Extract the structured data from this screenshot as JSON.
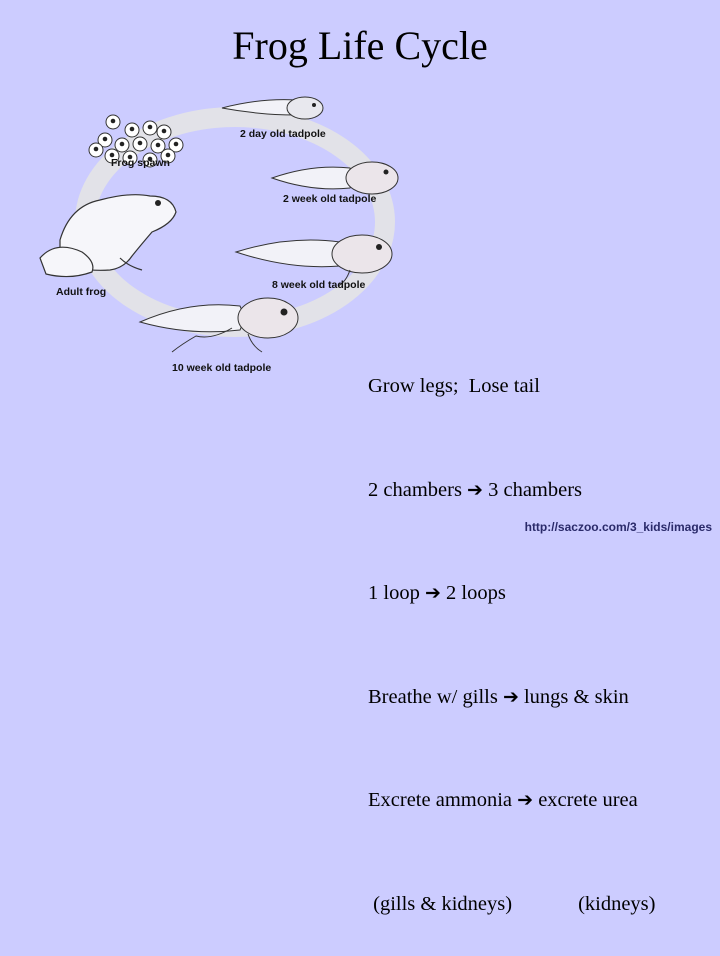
{
  "title": "Frog Life Cycle",
  "stages": {
    "frog_spawn": "Frog spawn",
    "day2": "2 day old tadpole",
    "week2": "2 week old tadpole",
    "week8": "8 week old tadpole",
    "week10": "10 week old tadpole",
    "adult": "Adult frog"
  },
  "notes": {
    "l1": "Grow legs;  Lose tail",
    "l2a": "2 chambers ",
    "l2b": " 3 chambers",
    "l3a": "1 loop ",
    "l3b": " 2 loops",
    "l4a": "Breathe w/ gills ",
    "l4b": " lungs & skin",
    "l5a": "Excrete ammonia ",
    "l5b": " excrete urea",
    "l6a": " (gills & kidneys)",
    "l6b": "(kidneys)"
  },
  "credit": "http://saczoo.com/3_kids/images"
}
